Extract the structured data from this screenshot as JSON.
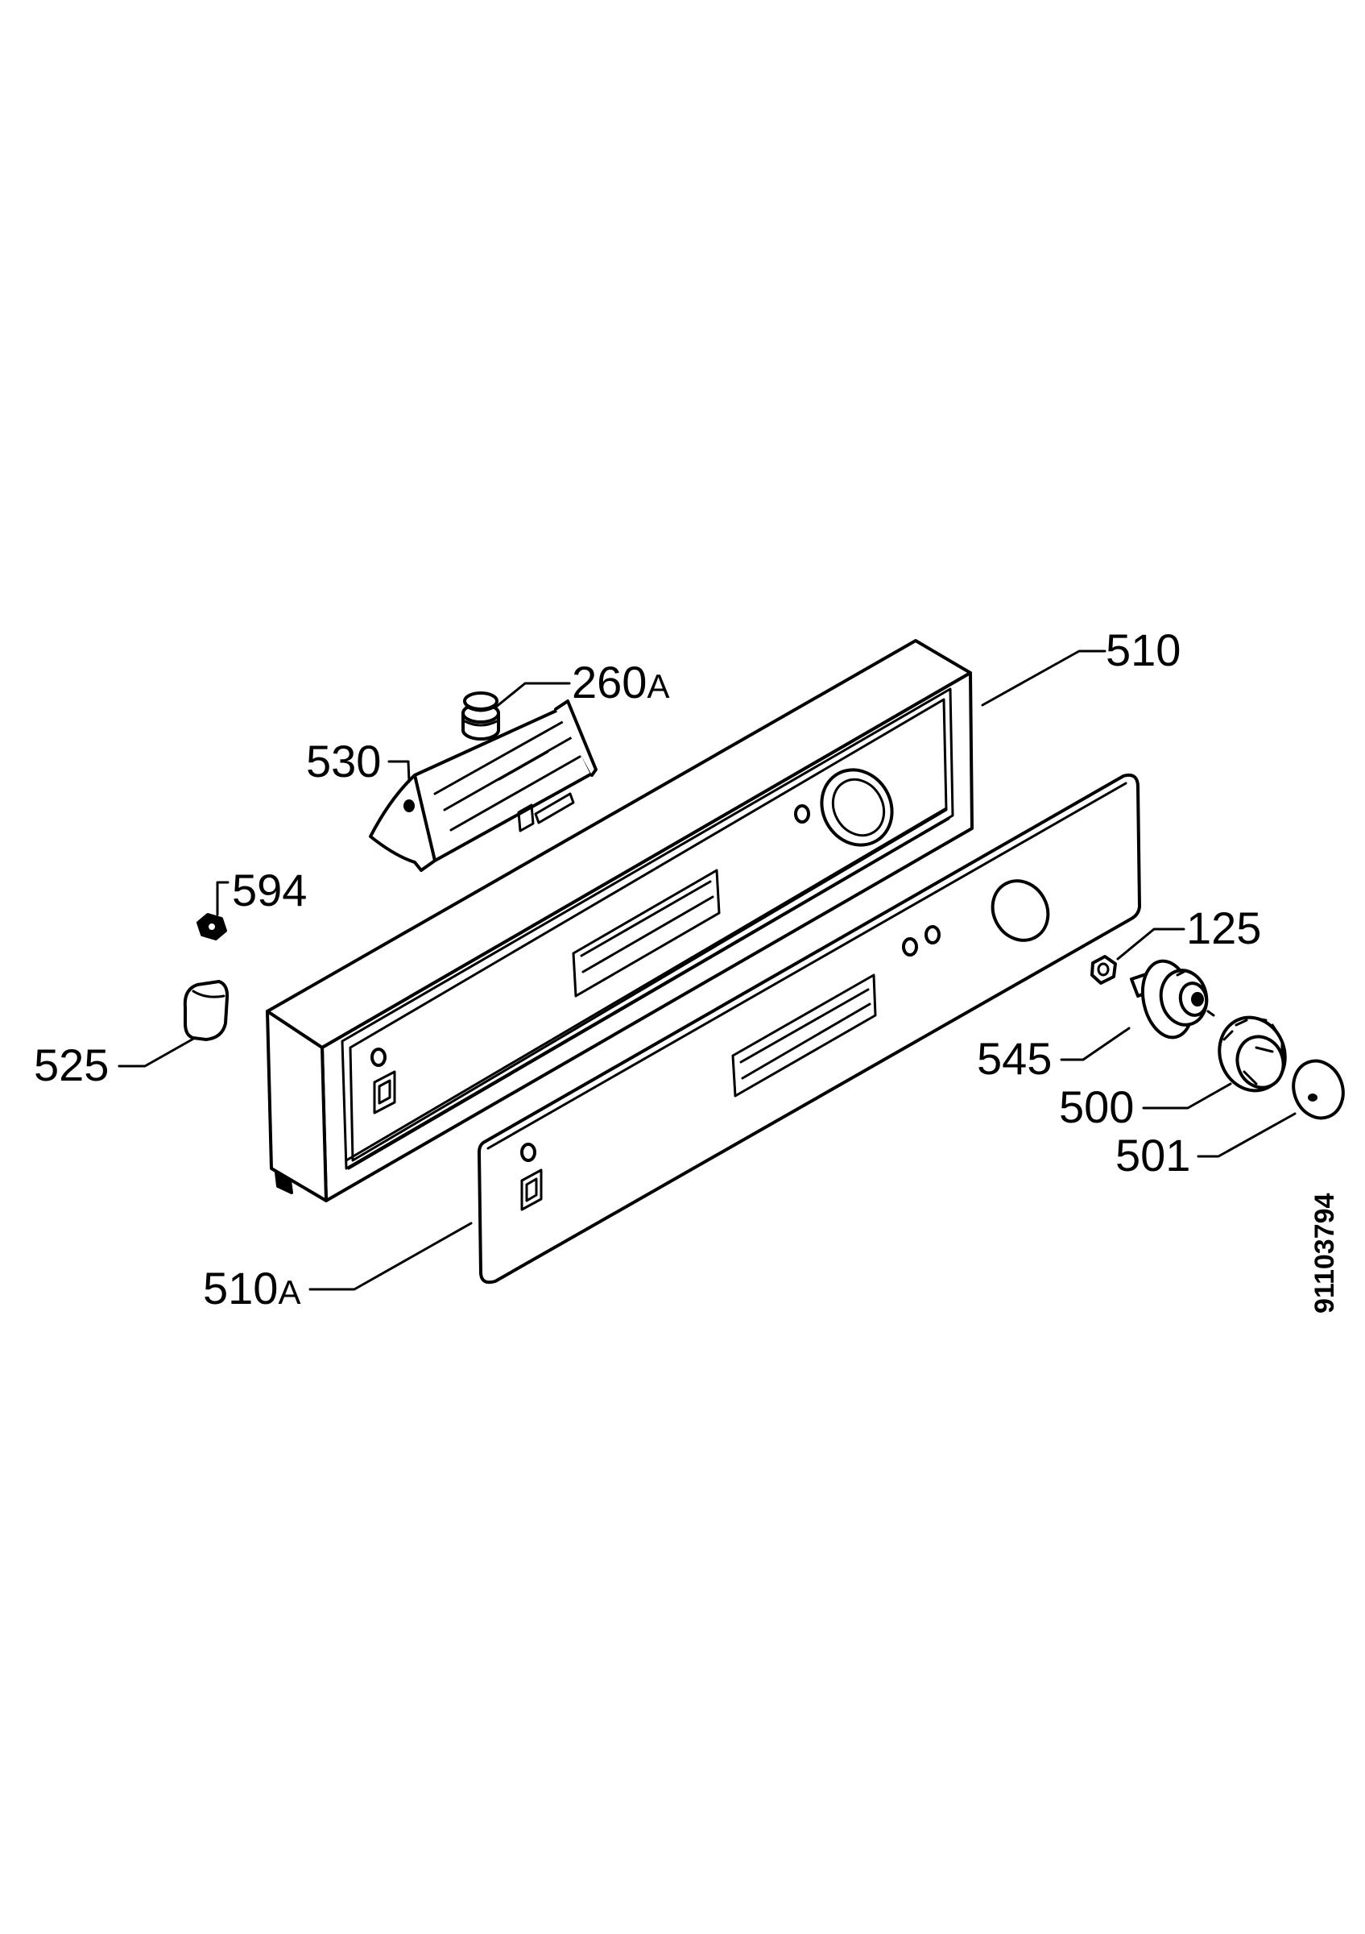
{
  "callouts": {
    "p510": {
      "number": "510"
    },
    "p260a": {
      "number": "260",
      "suffix": "A"
    },
    "p530": {
      "number": "530"
    },
    "p594": {
      "number": "594"
    },
    "p525": {
      "number": "525"
    },
    "p125": {
      "number": "125"
    },
    "p545": {
      "number": "545"
    },
    "p500": {
      "number": "500"
    },
    "p501": {
      "number": "501"
    },
    "p510a": {
      "number": "510",
      "suffix": "A"
    }
  },
  "document_number": "91103794",
  "colors": {
    "ink": "#000000",
    "paper": "#ffffff"
  }
}
